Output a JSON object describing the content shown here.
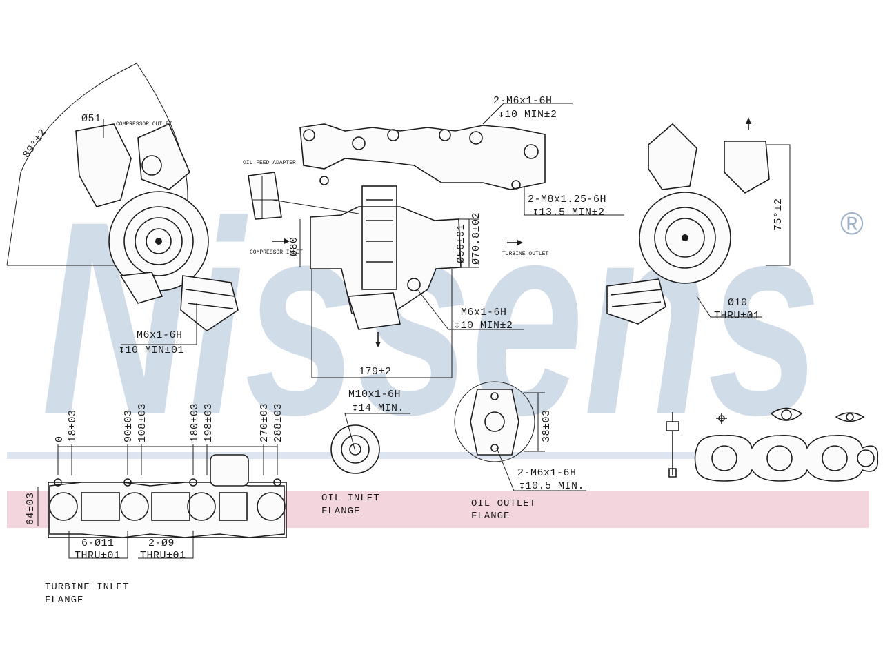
{
  "brand": {
    "watermark": "Nissens",
    "registered_mark": "®",
    "watermark_color": "#c9d6e6",
    "band_color": "#f3d6dd",
    "line_color": "#1c1c1c"
  },
  "views": {
    "left": {
      "angle": "89°±2",
      "diameter": "Ø51",
      "compressor_outlet": "COMPRESSOR OUTLET",
      "thread": "M6x1-6H",
      "depth": "↧10 MIN±01"
    },
    "center": {
      "thread_top": "2-M6x1-6H",
      "depth_top": "↧10 MIN±2",
      "oil_feed_adapter": "OIL FEED ADAPTER",
      "thread_right": "2-M8x1.25-6H",
      "depth_right": "↧13.5 MIN±2",
      "diameter_inlet": "Ø80",
      "diameter_56": "Ø56±01",
      "diameter_70": "Ø70.8±02",
      "compressor_inlet": "COMPRESSOR INLET",
      "turbine_outlet": "TURBINE OUTLET",
      "thread_bottom": "M6x1-6H",
      "depth_bottom": "↧10 MIN±2",
      "width": "179±2"
    },
    "right": {
      "angle": "75°±2",
      "hole": "Ø10",
      "thru": "THRU±01"
    }
  },
  "turbine_flange": {
    "dims": [
      "0",
      "18±03",
      "90±03",
      "108±03",
      "180±03",
      "198±03",
      "270±03",
      "288±03"
    ],
    "height": "64±03",
    "holes_a": "6-Ø11",
    "holes_b": "2-Ø9",
    "thru_a": "THRU±01",
    "thru_b": "THRU±01",
    "title_line1": "TURBINE INLET",
    "title_line2": "FLANGE"
  },
  "oil_inlet": {
    "thread": "M10x1-6H",
    "depth": "↧14 MIN.",
    "title_line1": "OIL INLET",
    "title_line2": "FLANGE"
  },
  "oil_outlet": {
    "height": "38±03",
    "thread": "2-M6x1-6H",
    "depth": "↧10.5 MIN.",
    "title_line1": "OIL OUTLET",
    "title_line2": "FLANGE"
  }
}
